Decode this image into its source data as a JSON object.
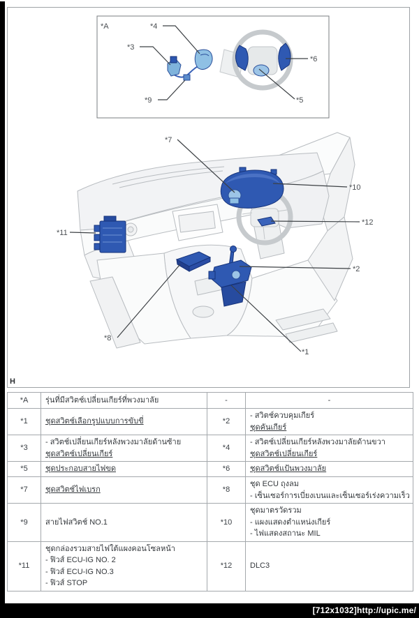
{
  "page": {
    "section_label": "H",
    "watermark": "[712x1032]http://upic.me/"
  },
  "colors": {
    "component_blue": "#2f59b2",
    "component_light_blue": "#9cc4e6",
    "line_art_gray": "#b8bcc0",
    "leader_line": "#3c4044"
  },
  "diagram": {
    "labels": {
      "a": "*A",
      "n1": "*1",
      "n2": "*2",
      "n3": "*3",
      "n4": "*4",
      "n5": "*5",
      "n6": "*6",
      "n7": "*7",
      "n8": "*8",
      "n9": "*9",
      "n10": "*10",
      "n11": "*11",
      "n12": "*12"
    }
  },
  "table": {
    "rows": [
      {
        "k1": "*A",
        "c1": [
          "รุ่นที่มีสวิตช์เปลี่ยนเกียร์ที่พวงมาลัย"
        ],
        "k2": "-",
        "c2": [
          "-"
        ]
      },
      {
        "k1": "*1",
        "c1": [
          "ชุดสวิตช์เลือกรูปแบบการขับขี่"
        ],
        "k2": "*2",
        "c2": [
          "- สวิตช์ควบคุมเกียร์",
          "ชุดคันเกียร์"
        ]
      },
      {
        "k1": "*3",
        "c1": [
          "- สวิตช์เปลี่ยนเกียร์หลังพวงมาลัยด้านซ้าย",
          "ชุดสวิตช์เปลี่ยนเกียร์"
        ],
        "k2": "*4",
        "c2": [
          "- สวิตช์เปลี่ยนเกียร์หลังพวงมาลัยด้านขวา",
          "ชุดสวิตช์เปลี่ยนเกียร์"
        ]
      },
      {
        "k1": "*5",
        "c1": [
          "ชุดประกอบสายไฟขด"
        ],
        "k2": "*6",
        "c2": [
          "ชุดสวิตช์แป้นพวงมาลัย"
        ]
      },
      {
        "k1": "*7",
        "c1": [
          "ชุดสวิตช์ไฟเบรก"
        ],
        "k2": "*8",
        "c2": [
          "ชุด ECU ถุงลม",
          "- เซ็นเซอร์การเบี่ยงเบนและเซ็นเซอร์เร่งความเร็ว"
        ]
      },
      {
        "k1": "*9",
        "c1": [
          "สายไฟสวิตช์ NO.1"
        ],
        "k2": "*10",
        "c2": [
          "ชุดมาตรวัดรวม",
          "- แผงแสดงตำแหน่งเกียร์",
          "- ไฟแสดงสถานะ MIL"
        ]
      },
      {
        "k1": "*11",
        "c1": [
          "ชุดกล่องรวมสายไฟใต้แผงคอนโซลหน้า",
          "- ฟิวส์ ECU-IG NO. 2",
          "- ฟิวส์ ECU-IG NO.3",
          "- ฟิวส์ STOP"
        ],
        "k2": "*12",
        "c2": [
          "DLC3"
        ]
      }
    ]
  }
}
